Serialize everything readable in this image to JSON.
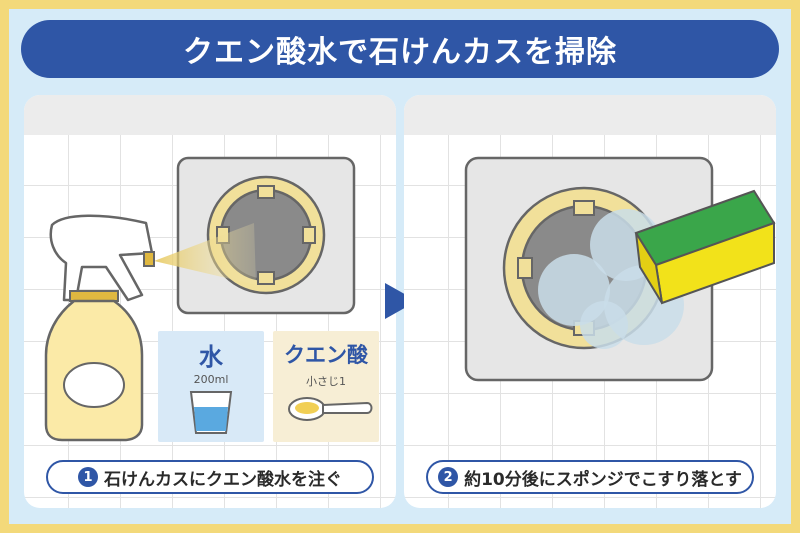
{
  "title": "クエン酸水で石けんカスを掃除",
  "steps": [
    {
      "number": "1",
      "caption": "石けんカスにクエン酸水を注ぐ"
    },
    {
      "number": "2",
      "caption": "約10分後にスポンジでこすり落とす"
    }
  ],
  "ingredients": [
    {
      "name": "水",
      "amount": "200ml"
    },
    {
      "name": "クエン酸",
      "amount": "小さじ1"
    }
  ],
  "colors": {
    "accent": "#2f56a6",
    "border": "#f3d97a",
    "background": "#d6ebf8"
  }
}
